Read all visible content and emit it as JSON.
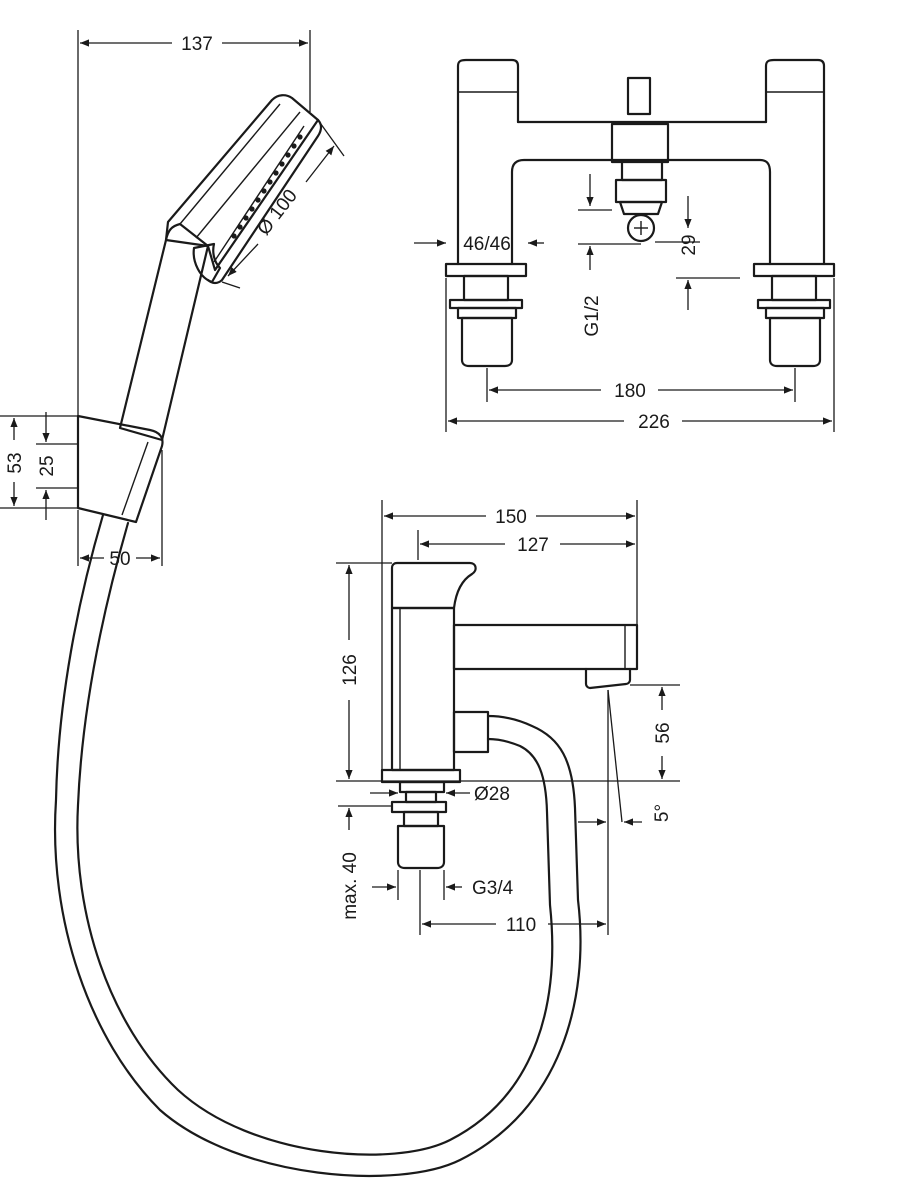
{
  "dimensions": {
    "handshower_width": "137",
    "spray_diameter": "Ø 100",
    "holder_height": "53",
    "holder_inner": "25",
    "holder_depth": "50",
    "pitch_deviation": "46/46",
    "diverter_thread": "G1/2",
    "diverter_offset": "29",
    "center_distance": "180",
    "overall_width": "226",
    "side_depth": "150",
    "spout_projection": "127",
    "body_height": "126",
    "spout_clearance": "56",
    "base_diameter": "Ø28",
    "spout_angle": "5°",
    "max_deck_thickness": "max. 40",
    "connection_thread": "G3/4",
    "hose_offset": "110"
  },
  "colors": {
    "line": "#1a1a1a",
    "background": "#ffffff"
  }
}
